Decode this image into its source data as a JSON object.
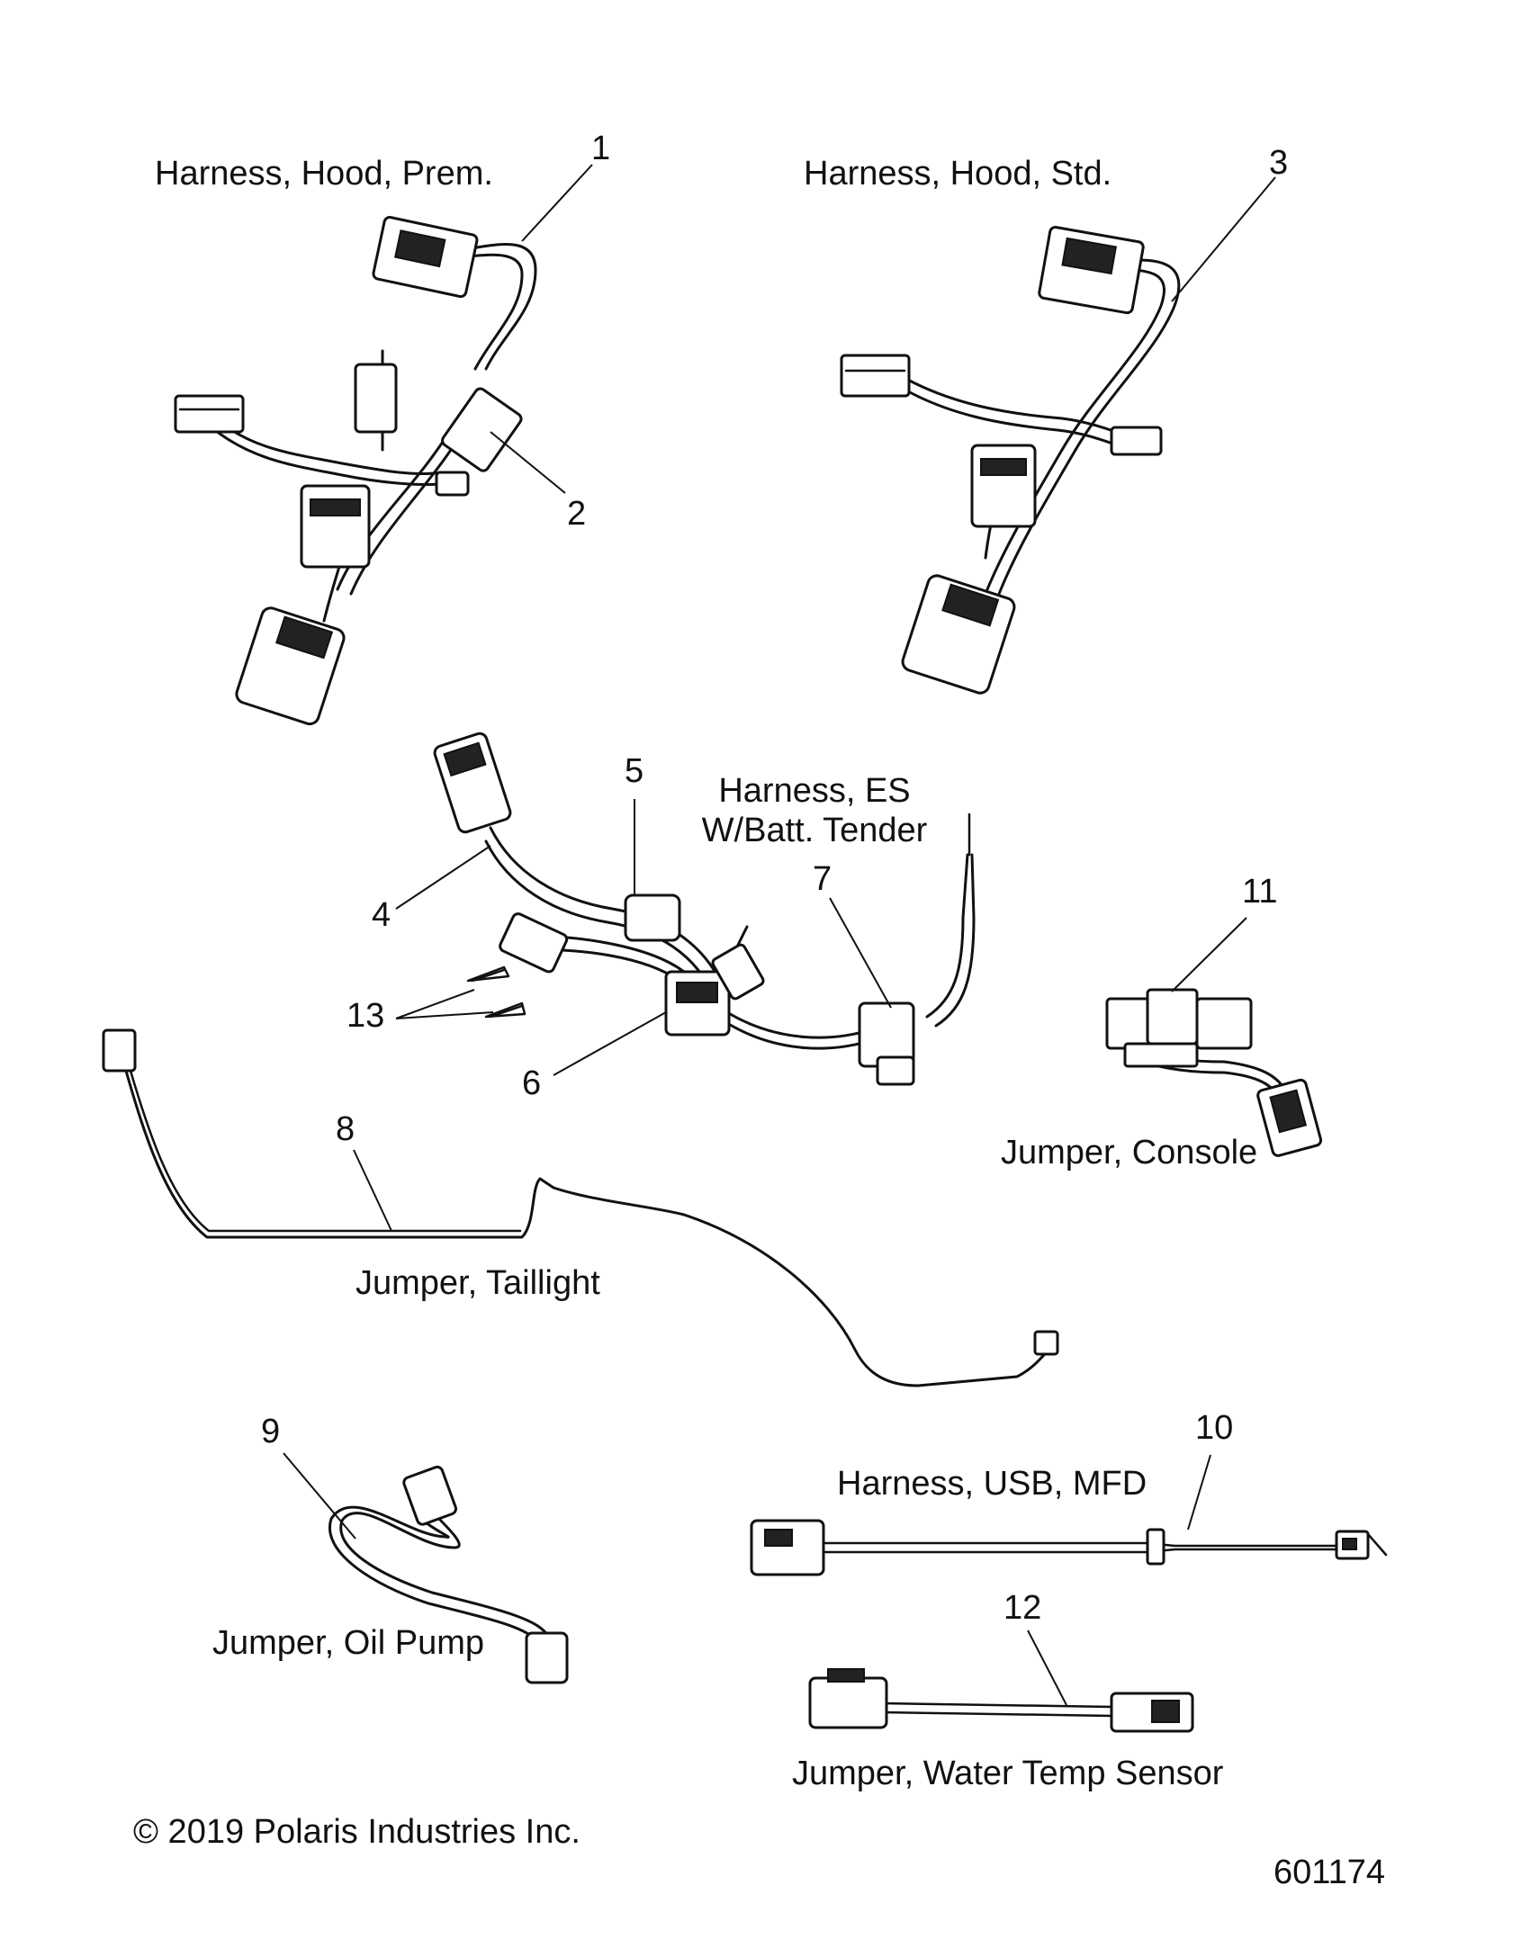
{
  "labels": {
    "hood_prem": "Harness, Hood, Prem.",
    "hood_std": "Harness, Hood, Std.",
    "es_line1": "Harness, ES",
    "es_line2": "W/Batt. Tender",
    "console": "Jumper, Console",
    "taillight": "Jumper, Taillight",
    "oil_pump": "Jumper, Oil Pump",
    "usb": "Harness, USB, MFD",
    "water_temp": "Jumper, Water Temp Sensor"
  },
  "callouts": [
    "1",
    "2",
    "3",
    "4",
    "5",
    "6",
    "7",
    "8",
    "9",
    "10",
    "11",
    "12",
    "13"
  ],
  "footer": {
    "copyright": "© 2019 Polaris Industries Inc.",
    "figure_id": "601174"
  }
}
